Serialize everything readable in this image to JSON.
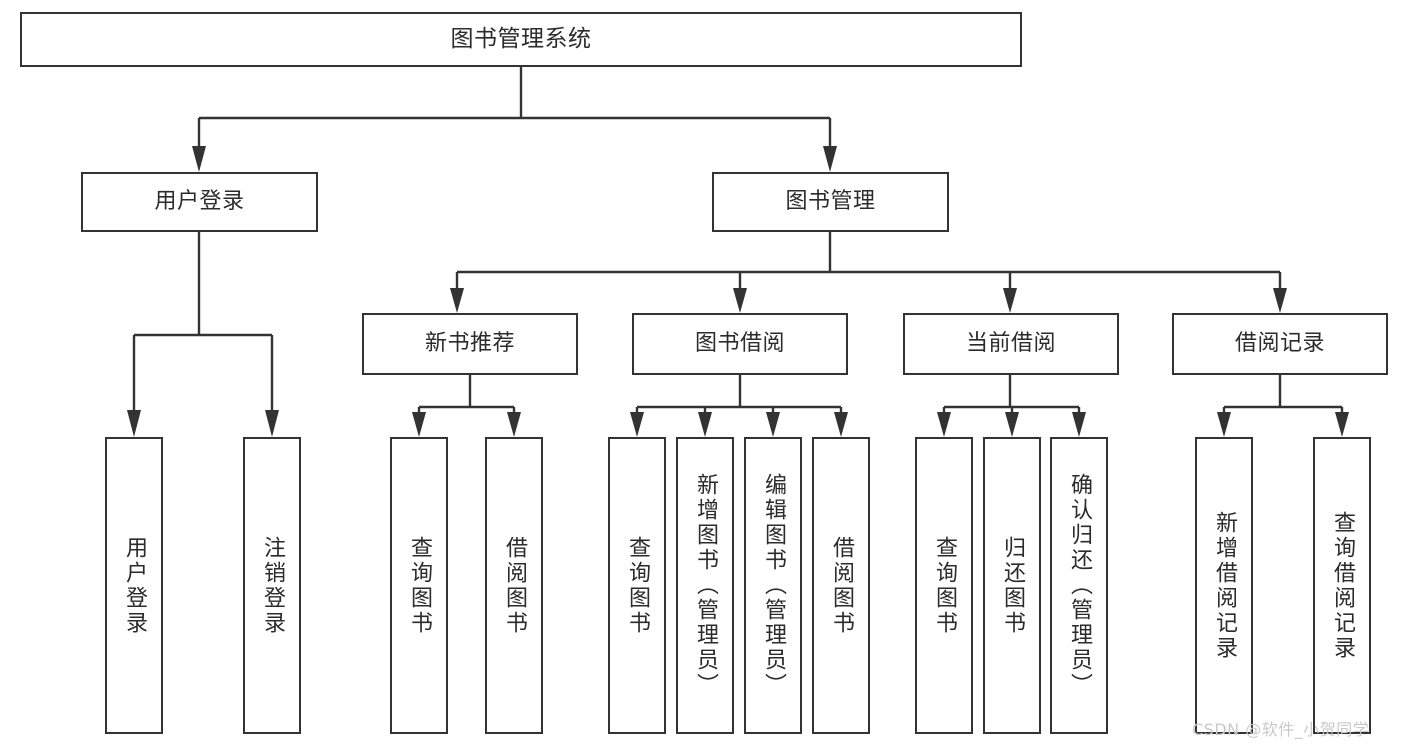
{
  "diagram": {
    "type": "hierarchy-tree",
    "title_node": {
      "label": "图书管理系统",
      "orientation": "horizontal"
    },
    "level1": [
      {
        "label": "用户登录",
        "orientation": "horizontal"
      },
      {
        "label": "图书管理",
        "orientation": "horizontal"
      }
    ],
    "level2": [
      {
        "label": "新书推荐",
        "orientation": "horizontal",
        "parent": "图书管理"
      },
      {
        "label": "图书借阅",
        "orientation": "horizontal",
        "parent": "图书管理"
      },
      {
        "label": "当前借阅",
        "orientation": "horizontal",
        "parent": "图书管理"
      },
      {
        "label": "借阅记录",
        "orientation": "horizontal",
        "parent": "图书管理"
      }
    ],
    "leaves": [
      {
        "label": "用户登录",
        "orientation": "vertical",
        "parent": "用户登录"
      },
      {
        "label": "注销登录",
        "orientation": "vertical",
        "parent": "用户登录"
      },
      {
        "label": "查询图书",
        "orientation": "vertical",
        "parent": "新书推荐"
      },
      {
        "label": "借阅图书",
        "orientation": "vertical",
        "parent": "新书推荐"
      },
      {
        "label": "查询图书",
        "orientation": "vertical",
        "parent": "图书借阅"
      },
      {
        "label": "新增图书（管理员）",
        "orientation": "vertical",
        "parent": "图书借阅"
      },
      {
        "label": "编辑图书（管理员）",
        "orientation": "vertical",
        "parent": "图书借阅"
      },
      {
        "label": "借阅图书",
        "orientation": "vertical",
        "parent": "图书借阅"
      },
      {
        "label": "查询图书",
        "orientation": "vertical",
        "parent": "当前借阅"
      },
      {
        "label": "归还图书",
        "orientation": "vertical",
        "parent": "当前借阅"
      },
      {
        "label": "确认归还（管理员）",
        "orientation": "vertical",
        "parent": "当前借阅"
      },
      {
        "label": "新增借阅记录",
        "orientation": "vertical",
        "parent": "借阅记录"
      },
      {
        "label": "查询借阅记录",
        "orientation": "vertical",
        "parent": "借阅记录"
      }
    ],
    "colors": {
      "stroke": "#333333",
      "fill": "#ffffff",
      "text": "#2b2b2b",
      "watermark": "#c9c9c9"
    }
  },
  "watermark": {
    "text": "CSDN @软件_小贺同学"
  }
}
